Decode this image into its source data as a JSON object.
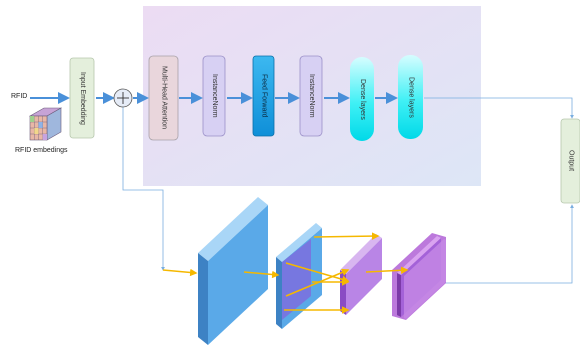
{
  "inputs": {
    "rfid_label": "RFID",
    "embeddings_label": "RFID embedings"
  },
  "blocks": {
    "input_embedding": "Input Embedding",
    "multi_head_attention": "Multi-Head Attention",
    "instance_norm_1": "InstanceNorm",
    "feed_forward": "Feed Forward",
    "instance_norm_2": "InstanceNorm",
    "dense_layers_1": "Dense layers",
    "dense_layers_2": "Dense layers",
    "output": "Output"
  },
  "colors": {
    "arrow_blue": "#4a90d9",
    "cnn_arrow": "#f5b800",
    "feed_forward": "#1aa3e8",
    "dense": "#00e5f0",
    "cnn_blue": "#5aa9e8",
    "cnn_purple": "#a370d8"
  }
}
